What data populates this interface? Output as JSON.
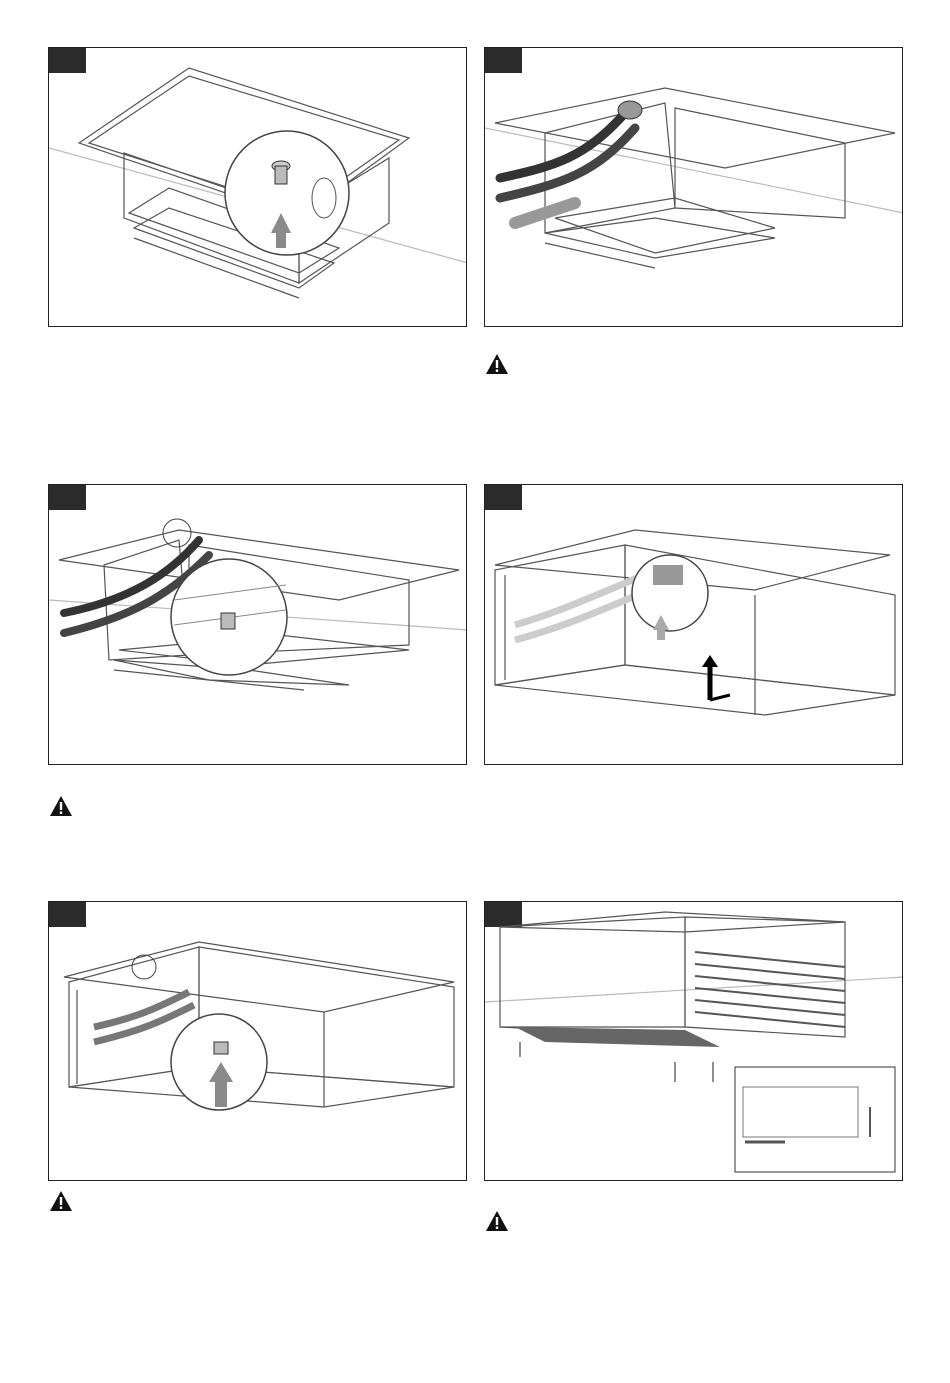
{
  "page": {
    "background": "#ffffff"
  },
  "colors": {
    "frame": "#222222",
    "step_tag": "#2b2b2b",
    "line": "#555555",
    "pipe": "#444444",
    "arrow": "#8a8a8a"
  },
  "panels": [
    {
      "id": "step-1",
      "icon": "ceiling-unit-drain-plug-illustration",
      "warning": false
    },
    {
      "id": "step-2",
      "icon": "ceiling-unit-pipe-connection-illustration",
      "warning": true
    },
    {
      "id": "step-3",
      "icon": "ceiling-unit-pipes-detail-illustration",
      "warning": true
    },
    {
      "id": "step-4",
      "icon": "ceiling-unit-enclosure-illustration",
      "warning": false
    },
    {
      "id": "step-5",
      "icon": "ceiling-unit-enclosure-plug-illustration",
      "warning": true
    },
    {
      "id": "step-6",
      "icon": "ceiling-unit-grille-mounting-illustration",
      "warning": true
    }
  ],
  "warning_icon": "warning-triangle-icon"
}
